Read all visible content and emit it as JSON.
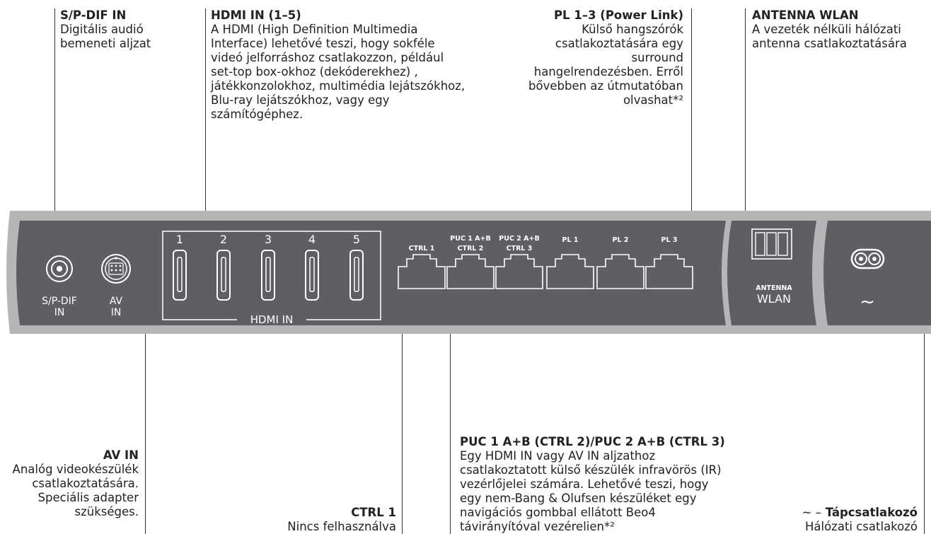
{
  "callouts": {
    "spdif": {
      "title": "S/P-DIF IN",
      "body": "Digitális audió bemeneti aljzat"
    },
    "hdmi": {
      "title": "HDMI IN (1–5)",
      "body": "A HDMI (High Definition Multimedia Interface) lehetővé teszi, hogy sokféle videó jelforráshoz csatlakozzon, például set-top box-okhoz (dekóderekhez) , játékkonzolokhoz, multimédia lejátszókhoz, Blu-ray lejátszókhoz, vagy egy számítógéphez."
    },
    "pl": {
      "title": "PL 1–3 (Power Link)",
      "body": "Külső hangszórók csatlakoztatására egy surround hangelrendezésben. Erről bővebben az útmutatóban olvashat*²"
    },
    "antenna": {
      "title": "ANTENNA WLAN",
      "body": "A vezeték nélküli hálózati antenna csatlakoztatására"
    },
    "avin": {
      "title": "AV IN",
      "body": "Analóg videokészülék csatlakoztatására. Speciális adapter szükséges."
    },
    "ctrl1": {
      "title": "CTRL 1",
      "body": "Nincs felhasználva"
    },
    "puc": {
      "title": "PUC 1 A+B (CTRL 2)/PUC 2 A+B (CTRL 3)",
      "body": "Egy HDMI IN vagy AV IN aljzathoz csatlakoztatott külső készülék infravörös (IR) vezérlőjelei számára. Lehetővé teszi, hogy egy nem-Bang & Olufsen készüléket egy navigációs gombbal ellátott Beo4 távirányítóval vezérelien*²"
    },
    "power": {
      "symbol": "~ –",
      "title": "Tápcsatlakozó",
      "body": "Hálózati csatlakozó"
    }
  },
  "panel": {
    "spdif_label_1": "S/P-DIF",
    "spdif_label_2": "IN",
    "av_label_1": "AV",
    "av_label_2": "IN",
    "hdmi_numbers": [
      "1",
      "2",
      "3",
      "4",
      "5"
    ],
    "hdmi_label": "HDMI IN",
    "port_labels": [
      {
        "line1": "",
        "line2": "CTRL 1"
      },
      {
        "line1": "PUC 1 A+B",
        "line2": "CTRL 2"
      },
      {
        "line1": "PUC 2 A+B",
        "line2": "CTRL 3"
      },
      {
        "line1": "",
        "line2": "PL 1"
      },
      {
        "line1": "",
        "line2": "PL 2"
      },
      {
        "line1": "",
        "line2": "PL 3"
      }
    ],
    "antenna_small": "ANTENNA",
    "antenna_big": "WLAN",
    "power_symbol": "~"
  },
  "colors": {
    "panel": "#5d5f63",
    "bezel": "#b5b6b8",
    "line": "#ffffff",
    "text": "#222222"
  }
}
